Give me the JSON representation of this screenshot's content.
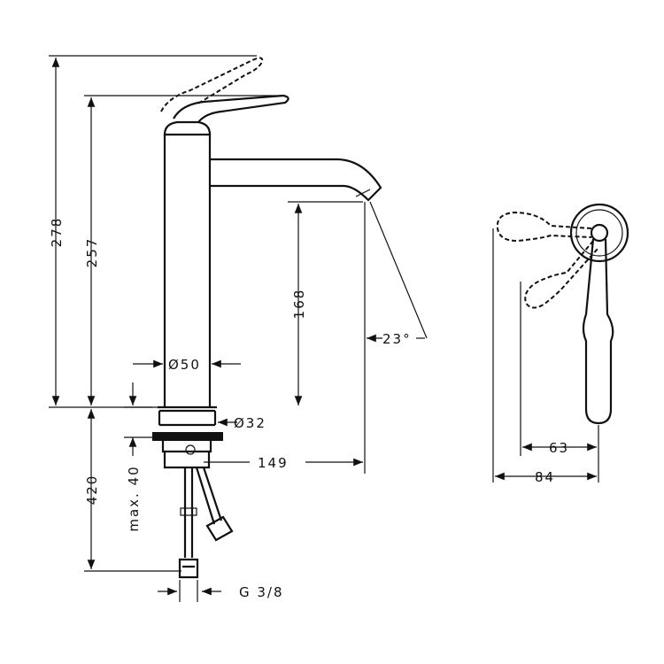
{
  "dimensions": {
    "total_height": "278",
    "lever_height": "257",
    "spout_height": "168",
    "spout_angle": "23°",
    "body_diameter": "Ø50",
    "hole_diameter": "Ø32",
    "spout_reach": "149",
    "below_deck": "420",
    "max_deck": "max. 40",
    "connection": "G 3/8",
    "handle_63": "63",
    "handle_84": "84"
  },
  "colors": {
    "line": "#111111",
    "background": "#ffffff"
  }
}
